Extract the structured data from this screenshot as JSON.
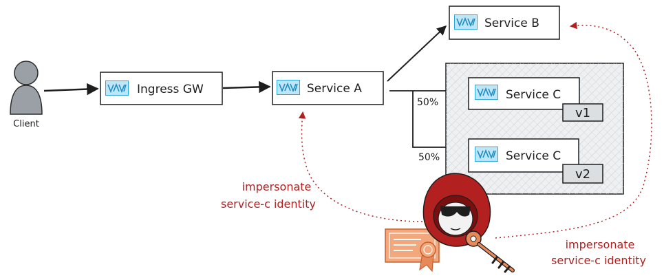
{
  "client": {
    "label": "Client"
  },
  "nodes": {
    "ingress_gw": "Ingress GW",
    "service_a": "Service A",
    "service_b": "Service B",
    "service_c_v1": "Service C",
    "service_c_v2": "Service C"
  },
  "versions": {
    "v1": "v1",
    "v2": "v2"
  },
  "traffic_split": {
    "to_v1": "50%",
    "to_v2": "50%"
  },
  "annotations": {
    "left_line1": "impersonate",
    "left_line2": "service-c identity",
    "right_line1": "impersonate",
    "right_line2": "service-c identity"
  },
  "colors": {
    "ink": "#1e1e1e",
    "attack_red": "#b21f1f",
    "hood_red": "#c0392b",
    "key_orange": "#e8895a",
    "icon_blue": "#29a8e0",
    "group_fill": "#e9ecef"
  },
  "icons": {
    "client": "person-icon",
    "service": "envoy-sidecar-icon",
    "attacker": "hooded-hacker-icon",
    "certificate": "certificate-icon",
    "key": "key-icon"
  }
}
